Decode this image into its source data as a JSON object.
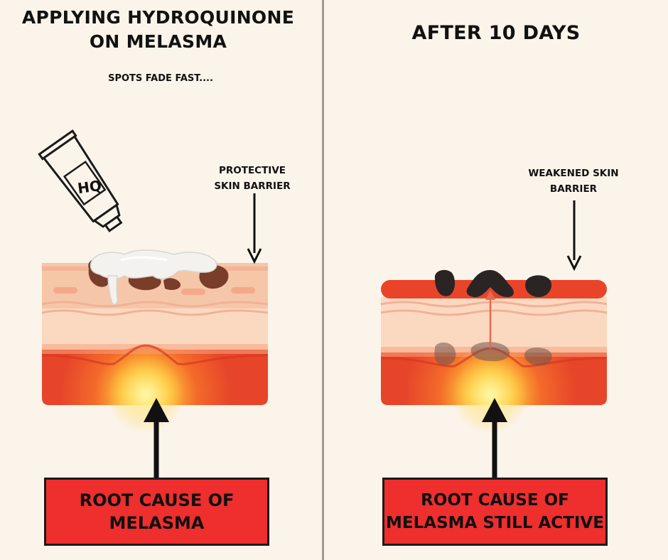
{
  "left": {
    "title_line1": "APPLYING HYDROQUINONE",
    "title_line2": "ON MELASMA",
    "subtitle": "SPOTS FADE FAST....",
    "tube_label": "HQ",
    "barrier_label_line1": "PROTECTIVE",
    "barrier_label_line2": "SKIN BARRIER",
    "cause_line1": "ROOT CAUSE OF",
    "cause_line2": "MELASMA"
  },
  "right": {
    "title": "AFTER 10 DAYS",
    "barrier_label_line1": "WEAKENED SKIN",
    "barrier_label_line2": "BARRIER",
    "cause_line1": "ROOT CAUSE OF",
    "cause_line2": "MELASMA STILL ACTIVE"
  },
  "colors": {
    "background": "#fbf4ea",
    "divider": "#9e9993",
    "skin_light": "#fbd9c0",
    "skin_mid": "#f6c6a8",
    "skin_band": "#f4a988",
    "dermis_red": "#e9442a",
    "inflammation_glow": "#ffd84a",
    "pigment_brown": "#7a3d2a",
    "pigment_dark": "#2b2424",
    "cause_box": "#ef2e2e"
  },
  "icons": {
    "tube": "cream-tube-icon",
    "arrow_down": "arrow-down-icon",
    "arrow_up": "arrow-up-icon"
  }
}
